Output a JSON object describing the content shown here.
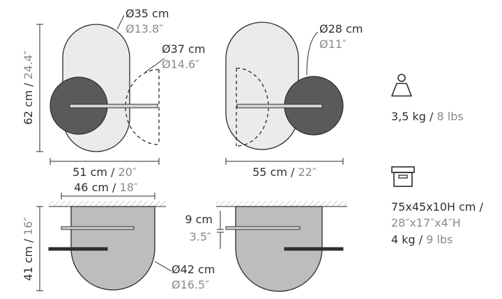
{
  "colors": {
    "line": "#2a2a2a",
    "mirror_fill": "#ebebeb",
    "disc_fill": "#5a5a5a",
    "bottom_fill": "#bdbdbd",
    "text_main": "#2f2f2f",
    "text_secondary": "#8a8a8a"
  },
  "front_left": {
    "diam_top_cm": "Ø35 cm",
    "diam_top_in": "Ø13.8″",
    "diam_swing_cm": "Ø37 cm",
    "diam_swing_in": "Ø14.6″",
    "height_cm": "62 cm",
    "height_sep": " / ",
    "height_in": "24.4″",
    "width_cm": "51 cm",
    "width_sep": " / ",
    "width_in": "20″"
  },
  "front_right": {
    "diam_disc_cm": "Ø28 cm",
    "diam_disc_in": "Ø11″",
    "width_cm": "55 cm",
    "width_sep": " / ",
    "width_in": "22″"
  },
  "top_view": {
    "width_cm": "46 cm",
    "width_sep": " / ",
    "width_in": "18″",
    "depth_cm": "41 cm",
    "depth_sep": " / ",
    "depth_in": "16″",
    "gap_cm": "9 cm",
    "gap_in": "3.5″",
    "diam_cm": "Ø42 cm",
    "diam_in": "Ø16.5″"
  },
  "specs": {
    "weight_icon": "weight-icon",
    "product_weight_kg": "3,5 kg",
    "product_weight_sep": " / ",
    "product_weight_lbs": "8 lbs",
    "box_icon": "box-icon",
    "box_dims_cm": "75x45x10H cm /",
    "box_dims_in": "28″x17″x4″H",
    "box_weight_kg": "4 kg",
    "box_weight_sep": " / ",
    "box_weight_lbs": "9 lbs"
  }
}
